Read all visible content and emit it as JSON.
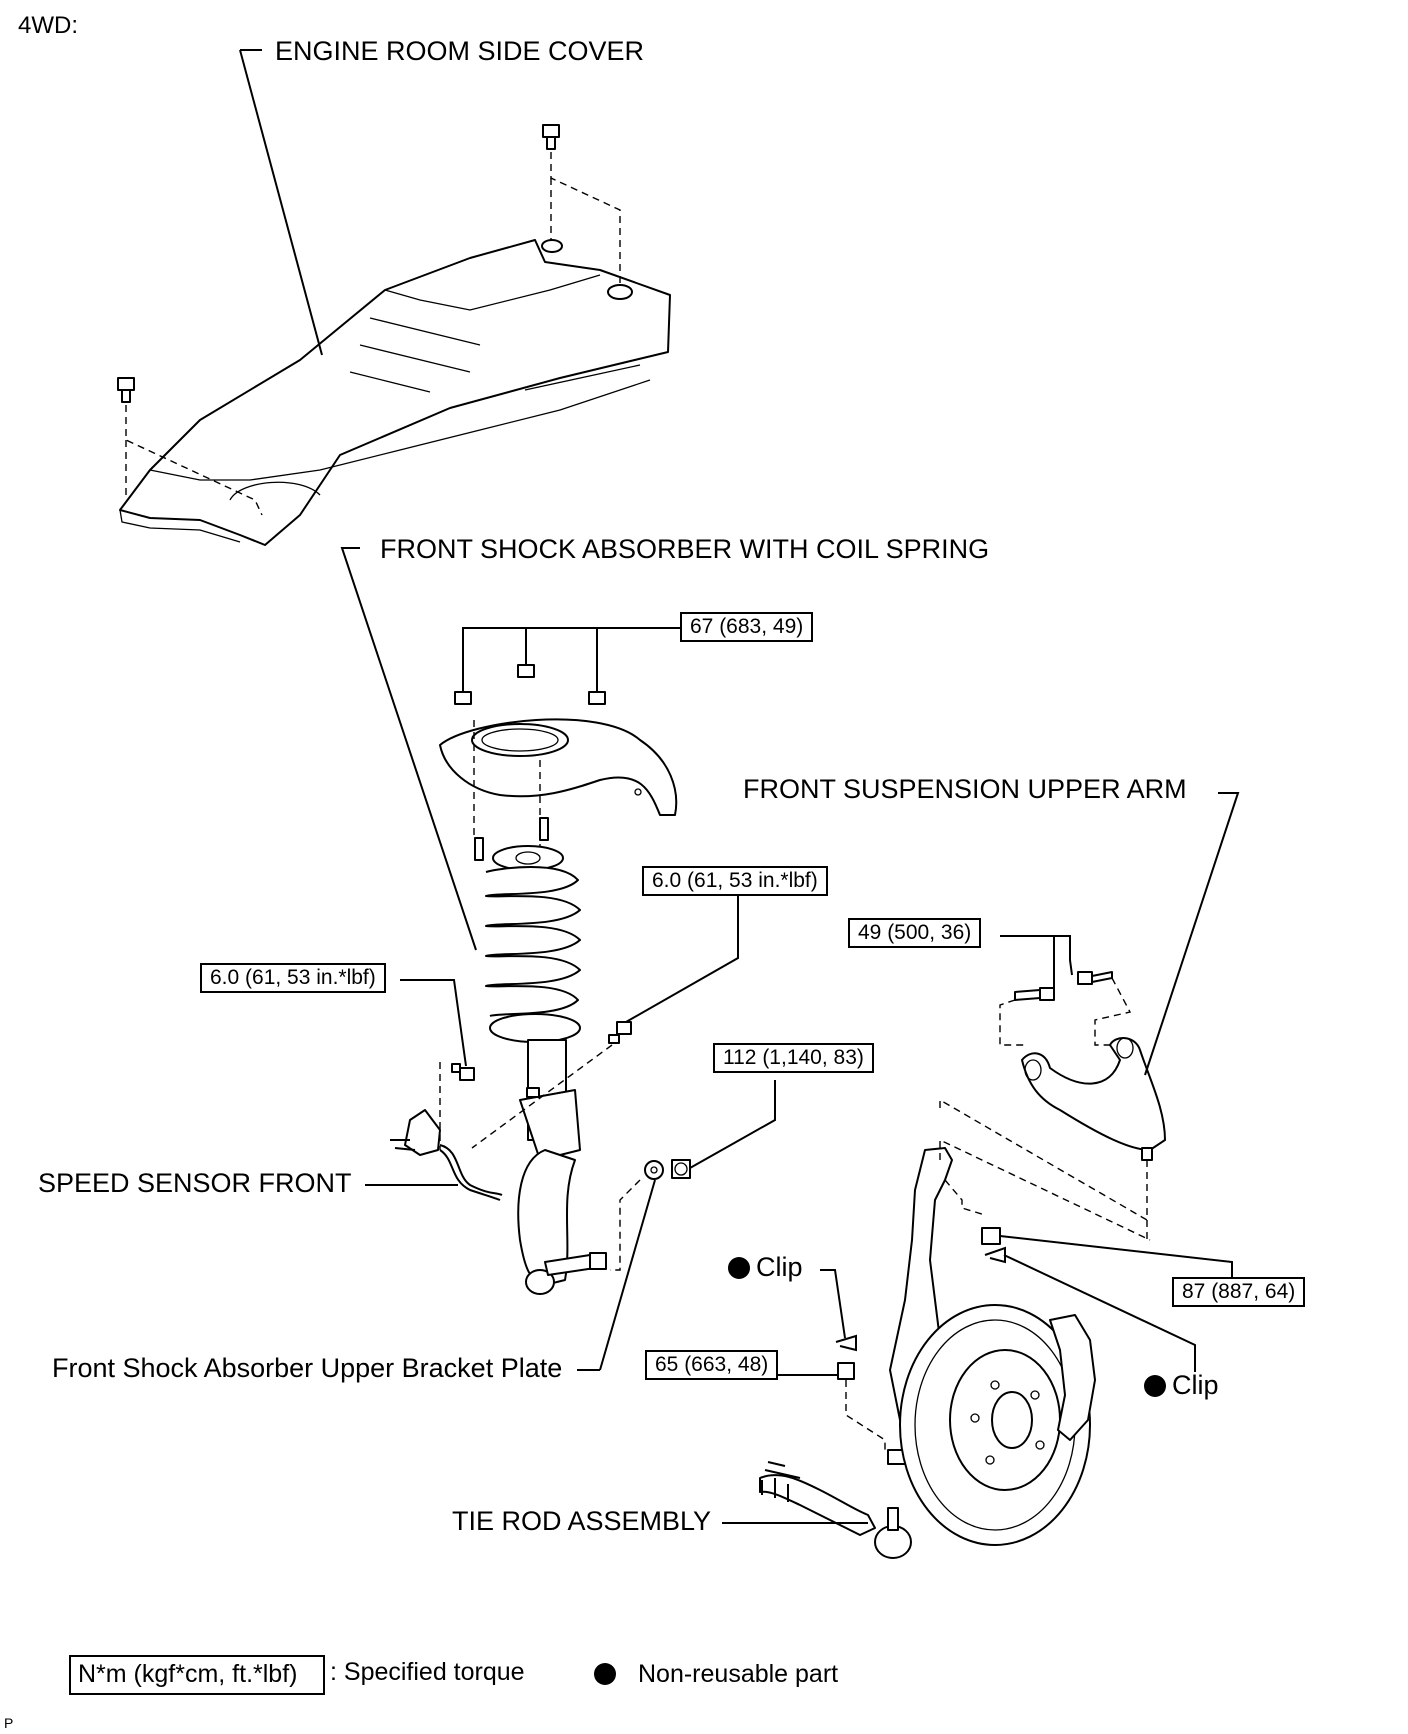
{
  "header": {
    "variant": "4WD:"
  },
  "labels": {
    "engine_room_side_cover": "ENGINE ROOM SIDE COVER",
    "front_shock_absorber": "FRONT SHOCK ABSORBER WITH COIL SPRING",
    "front_suspension_upper_arm": "FRONT SUSPENSION UPPER ARM",
    "speed_sensor_front": "SPEED SENSOR FRONT",
    "upper_bracket_plate": "Front Shock Absorber Upper Bracket Plate",
    "tie_rod_assembly": "TIE ROD ASSEMBLY",
    "clip_left": "Clip",
    "clip_right": "Clip"
  },
  "torques": {
    "shock_upper_nuts": "67 (683, 49)",
    "sensor_bracket_bolt": "6.0 (61, 53 in.*lbf)",
    "sensor_bolt": "6.0 (61, 53 in.*lbf)",
    "upper_arm_bolts": "49 (500, 36)",
    "shock_lower_nut": "112 (1,140, 83)",
    "upper_arm_nut": "87 (887, 64)",
    "tie_rod_nut": "65 (663, 48)"
  },
  "legend": {
    "torque_unit": "N*m (kgf*cm, ft.*lbf)",
    "torque_desc": ": Specified torque",
    "nonreusable": "Non-reusable part"
  },
  "footer": {
    "code": "P"
  }
}
